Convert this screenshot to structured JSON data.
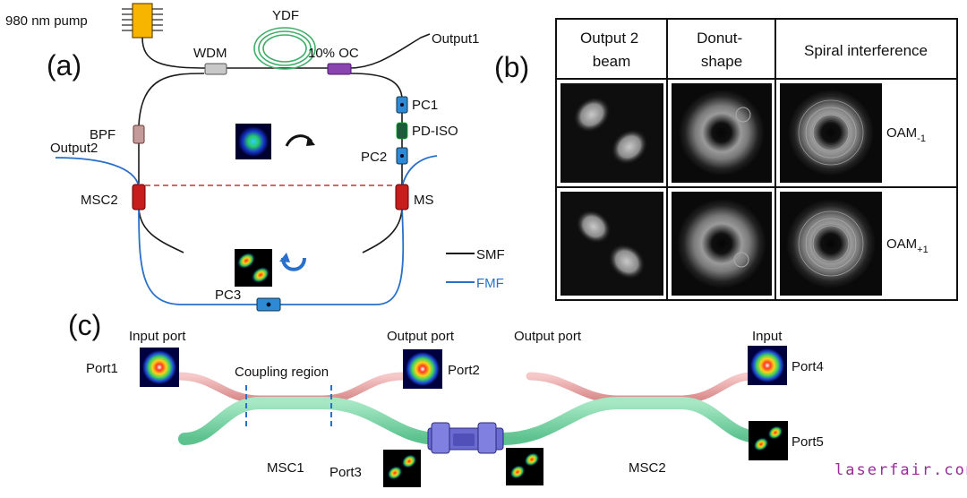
{
  "panel_a": {
    "label": "(a)",
    "pump": "980 nm pump",
    "ydf": "YDF",
    "wdm": "WDM",
    "oc": "10% OC",
    "output1": "Output1",
    "pc1": "PC1",
    "pdiso": "PD-ISO",
    "pc2": "PC2",
    "bpf": "BPF",
    "output2": "Output2",
    "msc2": "MSC2",
    "ms": "MS",
    "pc3": "PC3",
    "legend_smf": "SMF",
    "legend_fmf": "FMF",
    "colors": {
      "smf": "#1a1a1a",
      "fmf": "#2a6fc9",
      "ydf": "#3fae6a"
    }
  },
  "panel_b": {
    "label": "(b)",
    "headers": [
      "Output 2\nbeam",
      "Donut-\nshape",
      "Spiral interference"
    ],
    "rows": [
      {
        "mode": "OAM",
        "sub": "-1"
      },
      {
        "mode": "OAM",
        "sub": "+1"
      }
    ]
  },
  "panel_c": {
    "label": "(c)",
    "input_port_1": "Input port",
    "port1": "Port1",
    "coupling": "Coupling region",
    "output_port_2": "Output port",
    "port2": "Port2",
    "output_port_mid": "Output port",
    "input_4": "Input",
    "port4": "Port4",
    "port5": "Port5",
    "msc1": "MSC1",
    "port3": "Port3",
    "msc2": "MSC2"
  },
  "watermark": "laserfair.com"
}
